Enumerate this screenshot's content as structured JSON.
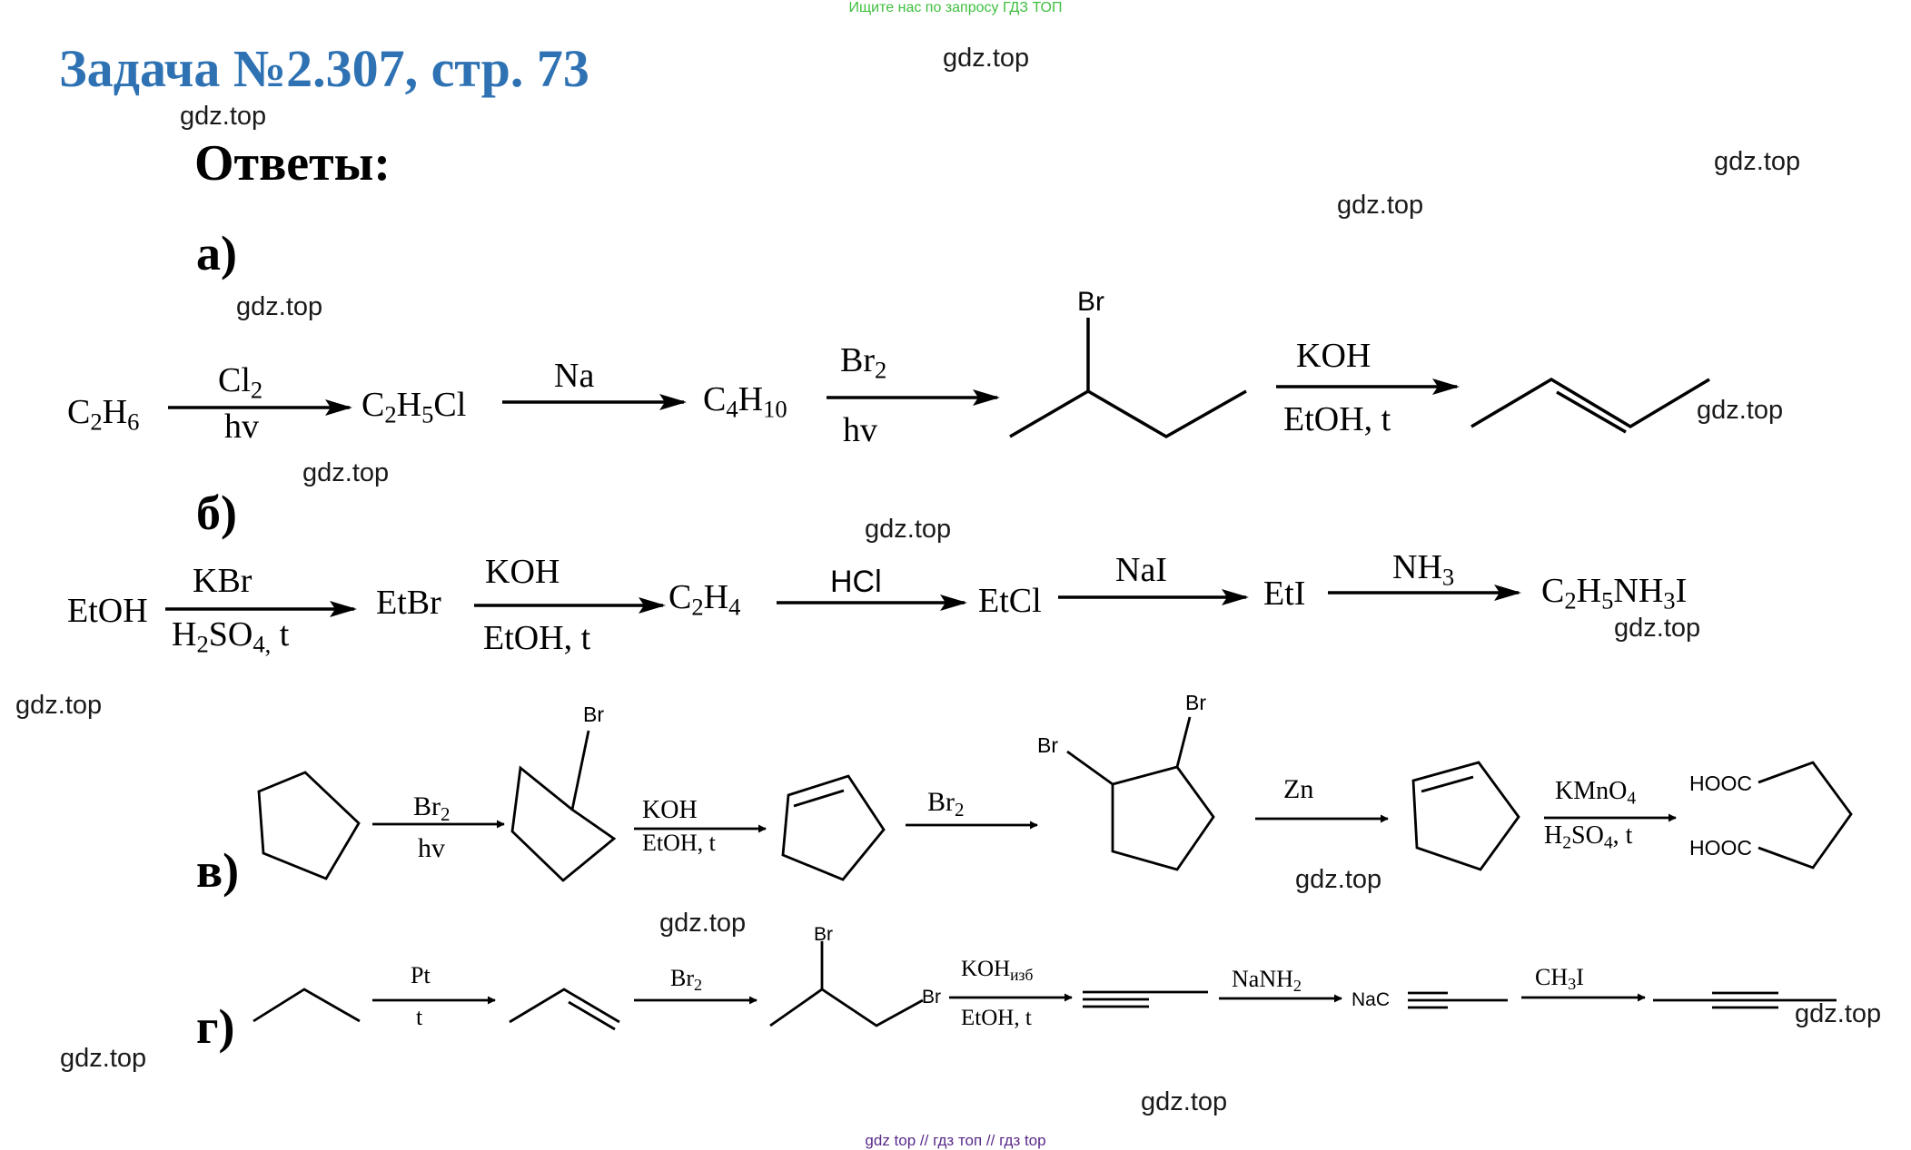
{
  "banner": "Ищите нас по запросу ГДЗ ТОП",
  "title": "Задача №2.307, стр. 73",
  "heading": "Ответы:",
  "watermark": "gdz.top",
  "footer": "gdz top  //  гдз топ  //  гдз top",
  "parts": {
    "a": {
      "label": "а)",
      "start": "C2H6",
      "r1_top": "Cl2",
      "r1_bottom": "hv",
      "p1": "C2H5Cl",
      "r2_top": "Na",
      "p2": "C4H10",
      "r3_top": "Br2",
      "r3_bottom": "hv",
      "br": "Br",
      "r4_top": "KOH",
      "r4_bottom": "EtOH, t"
    },
    "b": {
      "label": "б)",
      "start": "EtOH",
      "r1_top": "KBr",
      "r1_bottom": "H2SO4, t",
      "p1": "EtBr",
      "r2_top": "KOH",
      "r2_bottom": "EtOH, t",
      "p2": "C2H4",
      "r3_top": "HCl",
      "p3": "EtCl",
      "r4_top": "NaI",
      "p4": "EtI",
      "r5_top": "NH3",
      "p5": "C2H5NH3I"
    },
    "v": {
      "label": "в)",
      "r1_top": "Br2",
      "r1_bottom": "hv",
      "br1": "Br",
      "r2_top": "KOH",
      "r2_bottom": "EtOH, t",
      "r3_top": "Br2",
      "br2": "Br",
      "br3": "Br",
      "r4_top": "Zn",
      "r5_top": "KMnO4",
      "r5_bottom": "H2SO4, t",
      "hooc1": "HOOC",
      "hooc2": "HOOC"
    },
    "g": {
      "label": "г)",
      "r1_top": "Pt",
      "r1_bottom": "t",
      "r2_top": "Br2",
      "br1": "Br",
      "br2": "Br",
      "r3_top": "KOHизб",
      "r3_bottom": "EtOH, t",
      "r4_top": "NaNH2",
      "nac": "NaC",
      "r5_top": "CH3I"
    }
  }
}
